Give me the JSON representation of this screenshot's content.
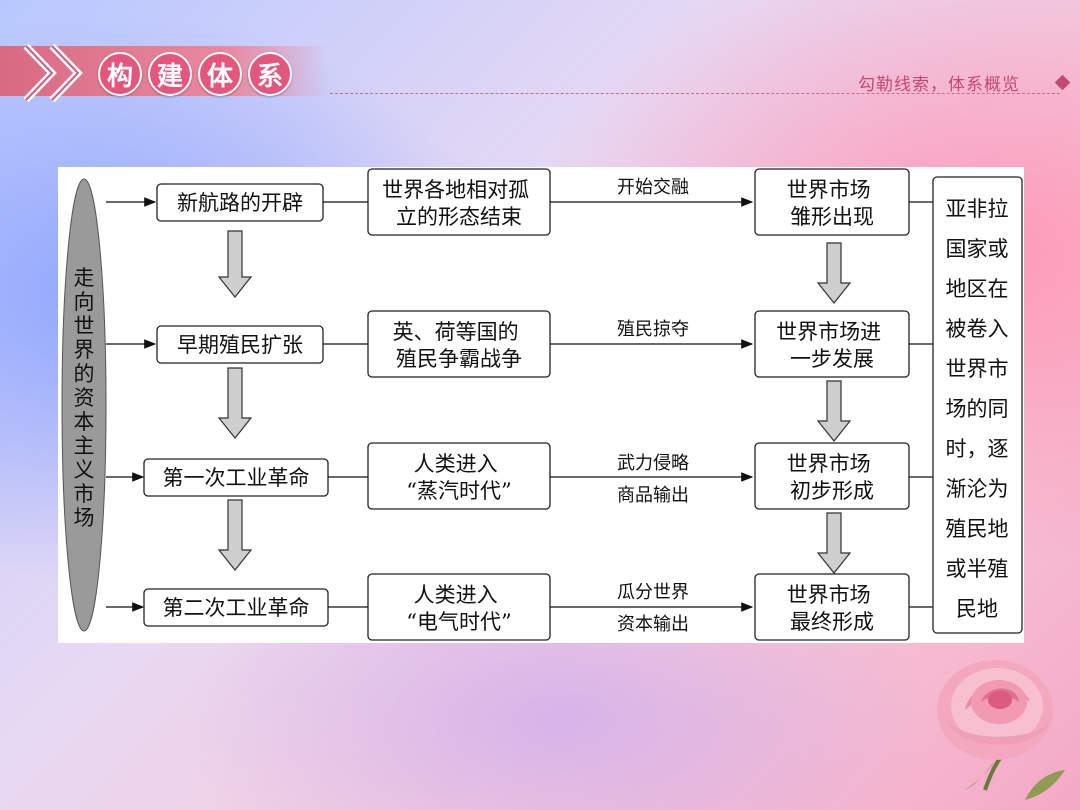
{
  "header": {
    "title_chars": [
      "构",
      "建",
      "体",
      "系"
    ],
    "subtitle": "勾勒线索，体系概览"
  },
  "diagram": {
    "root": "走向世界的资本主义市场",
    "rows": [
      {
        "event": "新航路的开辟",
        "effect": [
          "世界各地相对孤",
          "立的形态结束"
        ],
        "labels": [
          "开始交融"
        ],
        "market": [
          "世界市场",
          "雏形出现"
        ]
      },
      {
        "event": "早期殖民扩张",
        "effect": [
          "英、荷等国的",
          "殖民争霸战争"
        ],
        "labels": [
          "殖民掠夺"
        ],
        "market": [
          "世界市场进",
          "一步发展"
        ]
      },
      {
        "event": "第一次工业革命",
        "effect": [
          "人类进入",
          "“蒸汽时代”"
        ],
        "labels": [
          "武力侵略",
          "商品输出"
        ],
        "market": [
          "世界市场",
          "初步形成"
        ]
      },
      {
        "event": "第二次工业革命",
        "effect": [
          "人类进入",
          "“电气时代”"
        ],
        "labels": [
          "瓜分世界",
          "资本输出"
        ],
        "market": [
          "世界市场",
          "最终形成"
        ]
      }
    ],
    "result_lines": [
      "亚非拉",
      "国家或",
      "地区在",
      "被卷入",
      "世界市",
      "场的同",
      "时，逐",
      "渐沦为",
      "殖民地",
      "或半殖",
      "民地"
    ]
  },
  "colors": {
    "title_circle": "#e4577c",
    "subtitle": "#c04a70",
    "header_bar": "#d86a82",
    "ellipse_fill": "#9a9a9a",
    "arrow_fill": "#cfcfcf"
  },
  "icons": [
    "chevron-double-icon",
    "diamond-icon",
    "rose-image"
  ]
}
